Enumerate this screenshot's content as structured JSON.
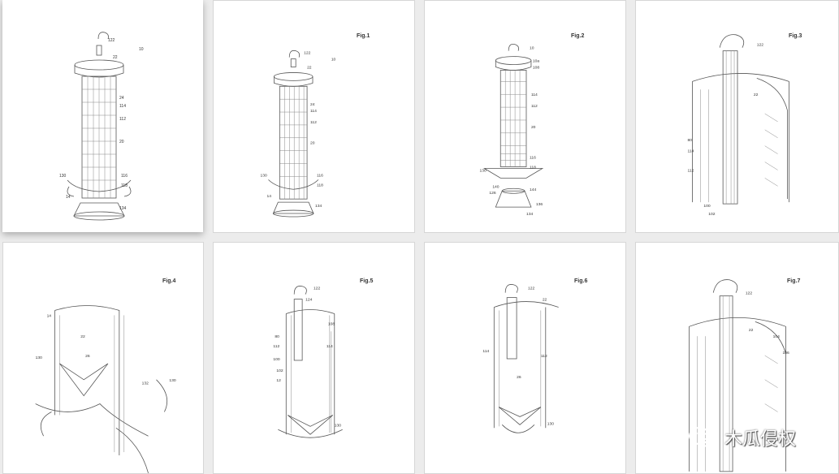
{
  "tiles": [
    {
      "fig": "",
      "selected": true
    },
    {
      "fig": "Fig.1"
    },
    {
      "fig": "Fig.2"
    },
    {
      "fig": "Fig.3"
    },
    {
      "fig": "Fig.4"
    },
    {
      "fig": "Fig.5"
    },
    {
      "fig": "Fig.6"
    },
    {
      "fig": "Fig.7"
    }
  ],
  "labels": {
    "t0": [
      "122",
      "22",
      "10",
      "24",
      "114",
      "112",
      "20",
      "116",
      "118",
      "130",
      "14",
      "134"
    ],
    "t1": [
      "122",
      "22",
      "10",
      "24",
      "114",
      "112",
      "20",
      "116",
      "118",
      "130",
      "14",
      "134"
    ],
    "t2": [
      "10",
      "10a",
      "108",
      "114",
      "112",
      "20",
      "116",
      "118",
      "130",
      "140",
      "144",
      "126",
      "136",
      "134"
    ],
    "t3": [
      "122",
      "22",
      "80",
      "114",
      "112",
      "100",
      "102"
    ],
    "t4": [
      "14",
      "22",
      "130",
      "26",
      "132",
      "130"
    ],
    "t5": [
      "122",
      "124",
      "108",
      "80",
      "112",
      "100",
      "102",
      "12",
      "114",
      "130"
    ],
    "t6": [
      "122",
      "22",
      "114",
      "112",
      "26",
      "130"
    ],
    "t7": [
      "122",
      "22",
      "104",
      "106"
    ]
  },
  "watermark": {
    "text": "木瓜侵权",
    "logo": "wechat-logo-icon"
  }
}
